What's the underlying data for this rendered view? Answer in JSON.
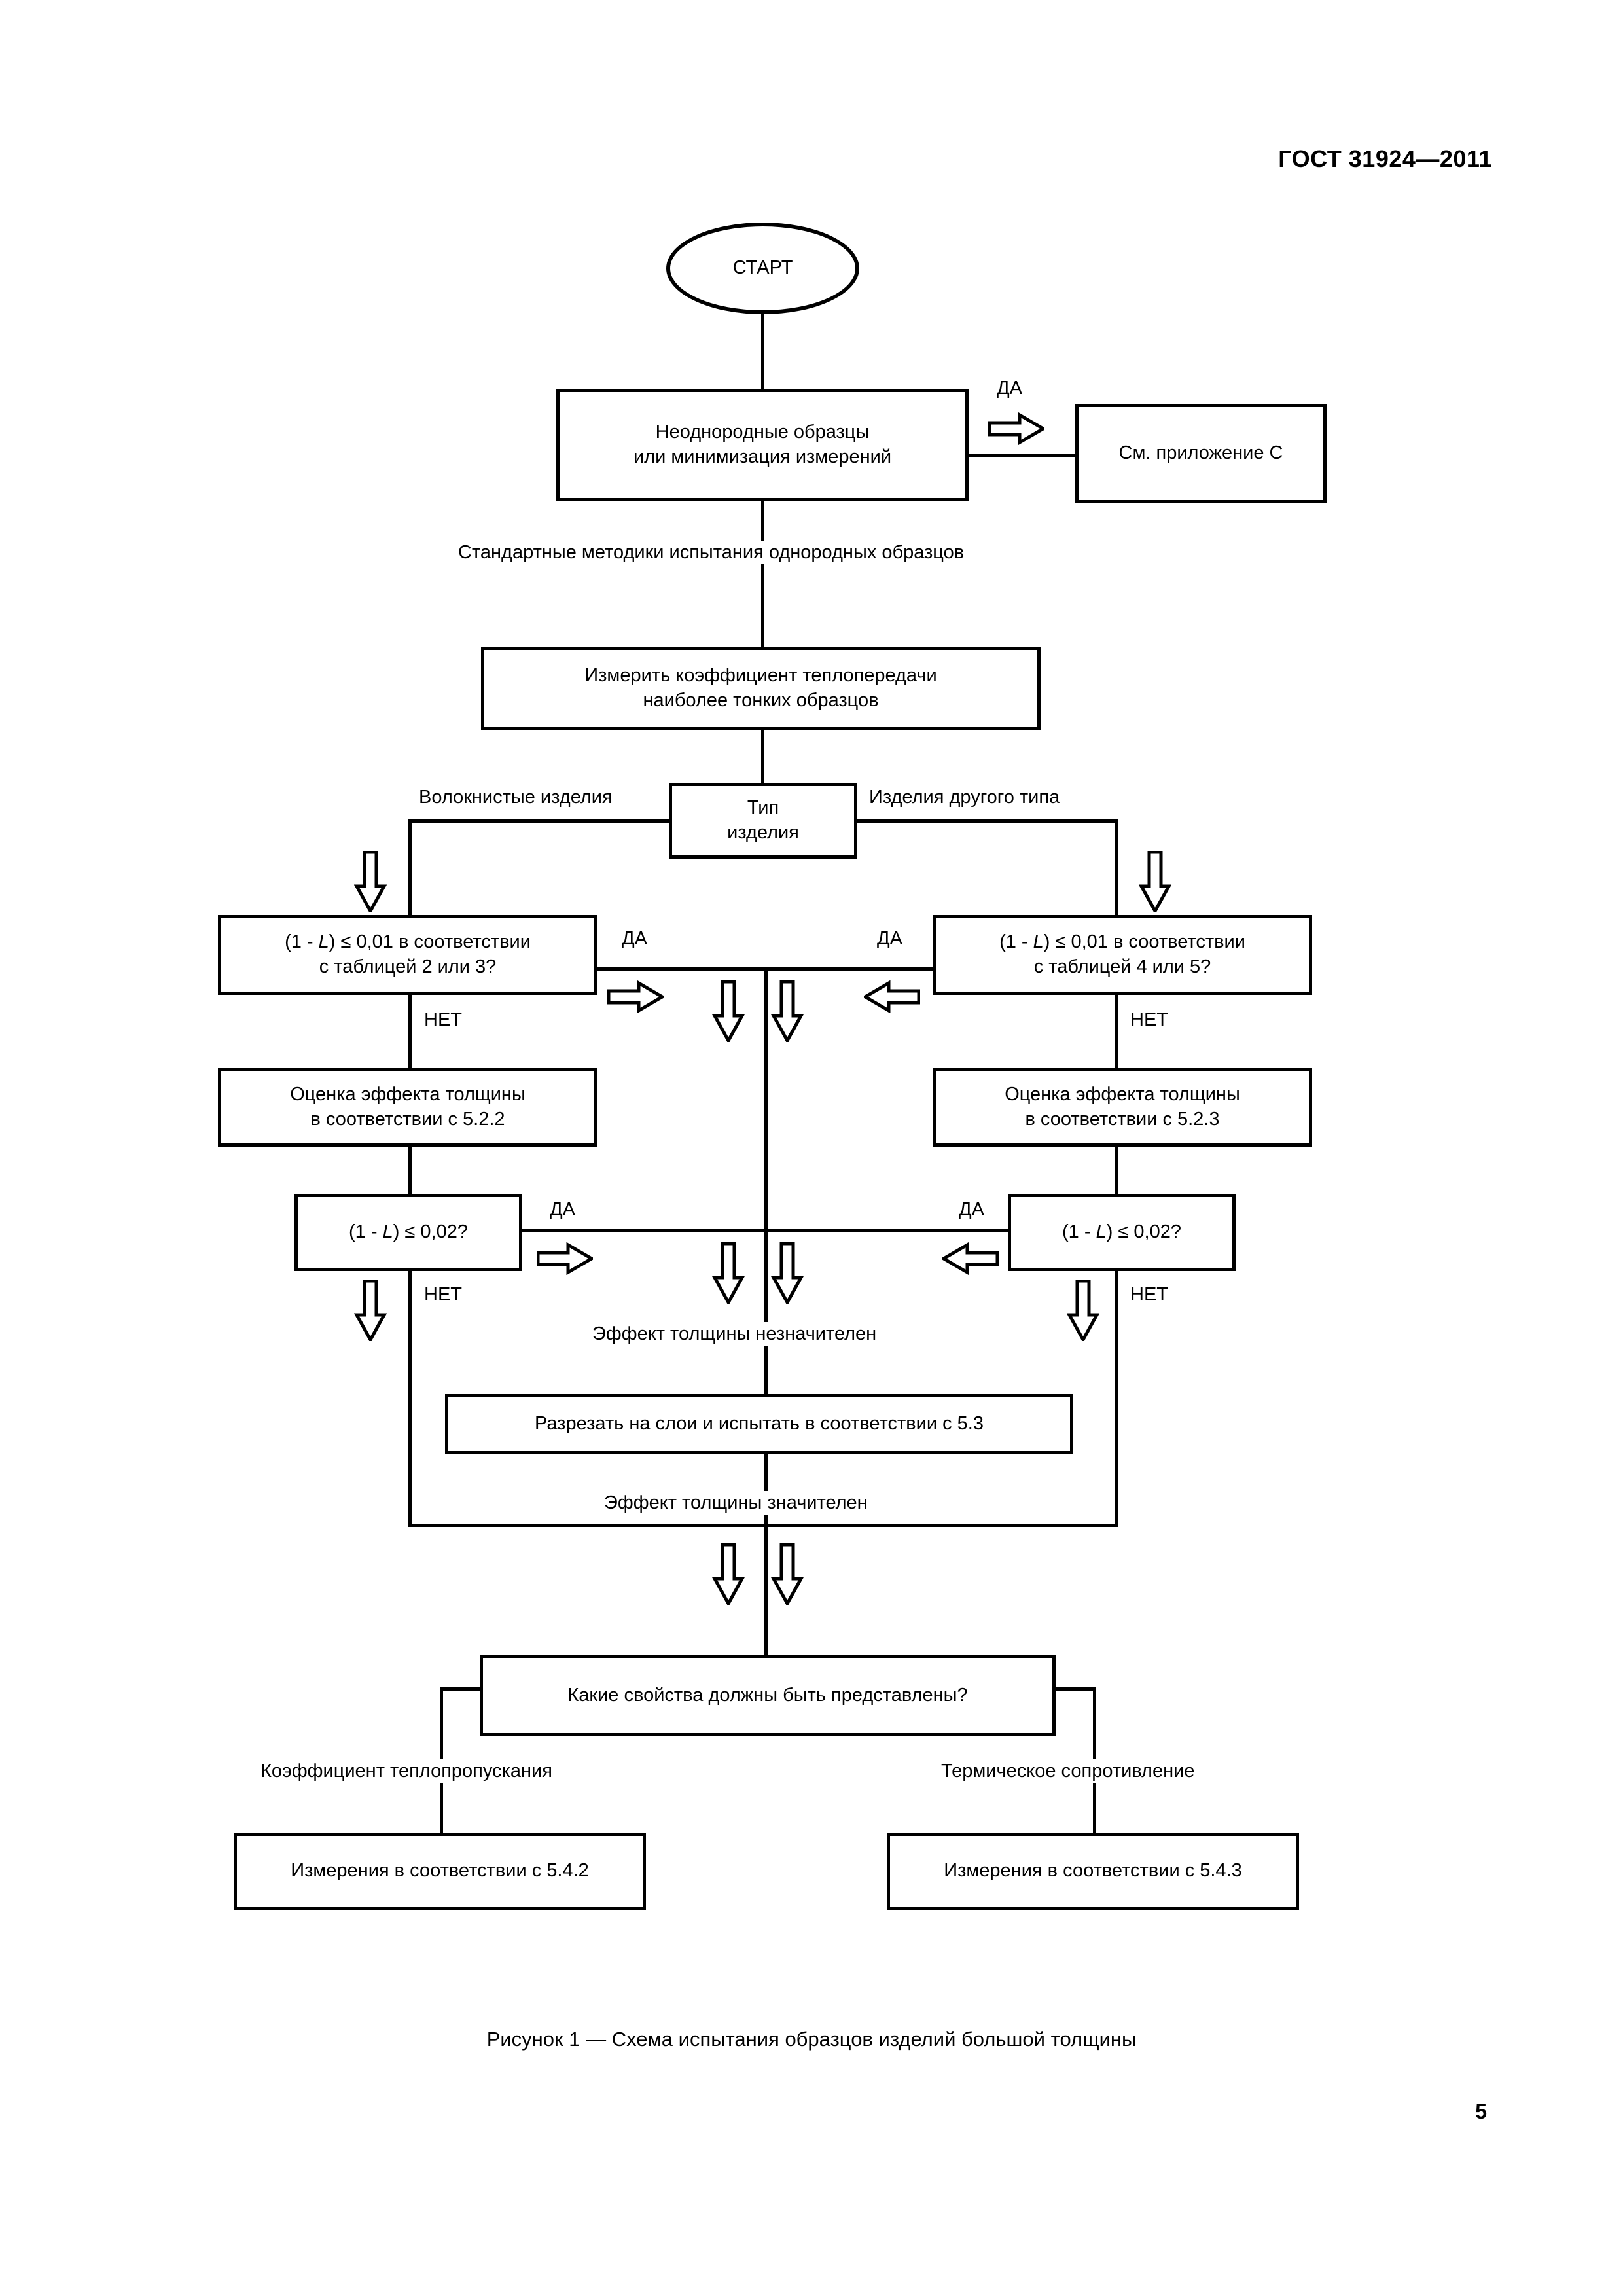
{
  "document": {
    "standard_header": "ГОСТ 31924—2011",
    "page_number": "5",
    "figure_caption": "Рисунок 1 — Схема испытания образцов изделий большой толщины"
  },
  "flowchart": {
    "title": "Схема испытания образцов изделий большой толщины",
    "nodes": {
      "start": "СТАРТ",
      "heterogeneous": "Неоднородные образцы\nили минимизация измерений",
      "annex_c": "См. приложение С",
      "measure_thin": "Измерить коэффициент теплопередачи\nнаиболее тонких образцов",
      "product_type": "Тип\nизделия",
      "left_cond_001": "(1 - L) ≤ 0,01 в соответствии\nс таблицей 2 или 3?",
      "right_cond_001": "(1 - L) ≤ 0,01 в соответствии\nс таблицей 4 или 5?",
      "left_eval": "Оценка эффекта толщины\nв соответствии с 5.2.2",
      "right_eval": "Оценка эффекта толщины\nв соответствии с 5.2.3",
      "left_cond_002": "(1 - L) ≤ 0,02?",
      "right_cond_002": "(1 - L) ≤ 0,02?",
      "cut_layers": "Разрезать на слои и испытать в соответствии с 5.3",
      "which_props": "Какие свойства должны быть представлены?",
      "measure_542": "Измерения в соответствии с 5.4.2",
      "measure_543": "Измерения в соответствии с 5.4.3"
    },
    "node_lines": {
      "heterogeneous_l1": "Неоднородные образцы",
      "heterogeneous_l2": "или минимизация измерений",
      "measure_thin_l1": "Измерить коэффициент теплопередачи",
      "measure_thin_l2": "наиболее тонких образцов",
      "product_type_l1": "Тип",
      "product_type_l2": "изделия",
      "left_cond_001_l1_a": "(1 - ",
      "left_cond_001_l1_b": "L",
      "left_cond_001_l1_c": ") ≤ 0,01 в соответствии",
      "left_cond_001_l2": "с таблицей 2 или 3?",
      "right_cond_001_l2": "с таблицей 4 или 5?",
      "left_eval_l1": "Оценка эффекта толщины",
      "left_eval_l2": "в соответствии с 5.2.2",
      "right_eval_l2": "в соответствии с 5.2.3",
      "cond002_a": "(1 - ",
      "cond002_b": "L",
      "cond002_c": ") ≤ 0,02?"
    },
    "edge_labels": {
      "yes_top": "ДА",
      "standard_methods": "Стандартные методики испытания однородных образцов",
      "fibrous": "Волокнистые изделия",
      "other_type": "Изделия другого типа",
      "yes_left_001": "ДА",
      "yes_right_001": "ДА",
      "no_left_001": "НЕТ",
      "no_right_001": "НЕТ",
      "yes_left_002": "ДА",
      "yes_right_002": "ДА",
      "no_left_002": "НЕТ",
      "no_right_002": "НЕТ",
      "effect_minor": "Эффект толщины незначителен",
      "effect_major": "Эффект толщины значителен",
      "transmittance": "Коэффициент теплопропускания",
      "resistance": "Термическое сопротивление"
    },
    "colors": {
      "stroke": "#000000",
      "background": "#ffffff"
    }
  }
}
